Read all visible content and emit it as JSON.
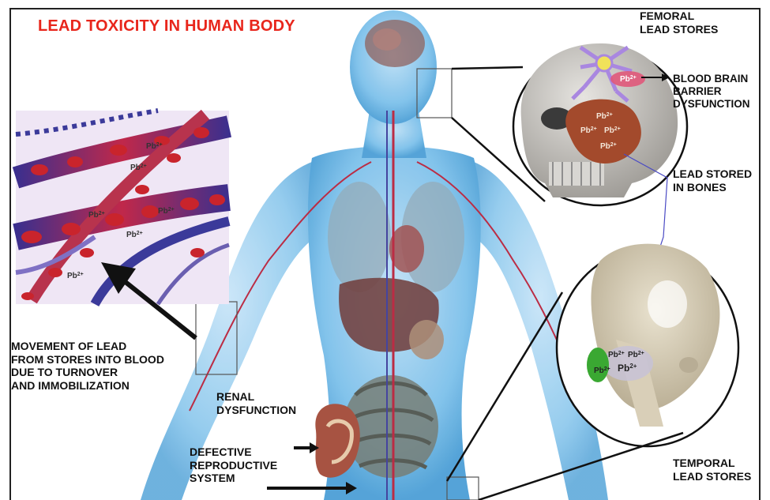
{
  "title": "LEAD TOXICITY IN HUMAN BODY",
  "labels": {
    "femoral": "FEMORAL\nLEAD STORES",
    "bbb": "BLOOD BRAIN\nBARRIER\nDYSFUNCTION",
    "bones": "LEAD STORED\nIN BONES",
    "movement": "MOVEMENT OF LEAD\nFROM STORES INTO BLOOD\nDUE TO  TURNOVER\nAND IMMOBILIZATION",
    "renal": "RENAL\nDYSFUNCTION",
    "reproductive": "DEFECTIVE\nREPRODUCTIVE\nSYSTEM",
    "temporal": "TEMPORAL\nLEAD STORES"
  },
  "pb_marks": {
    "ion": "Pb",
    "charge": "2+"
  },
  "colors": {
    "title": "#e8261c",
    "body": "#6fb6e6",
    "blood": "#c01e2a",
    "vessel": "#3a3f9e",
    "bone": "#bfbcb6",
    "lead_deposit": "#a34a2c",
    "nerve": "#a987e0",
    "green_mark": "#3aa832"
  }
}
